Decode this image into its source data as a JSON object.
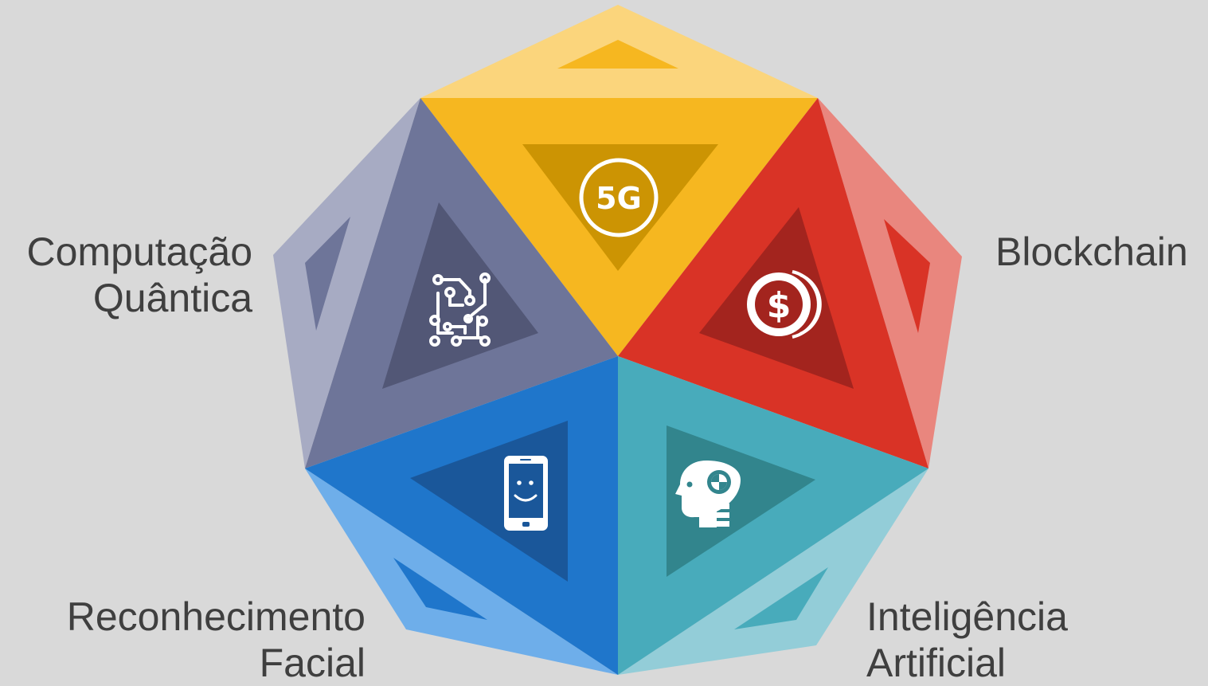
{
  "labels": {
    "quantum": {
      "line1": "Computação",
      "line2": "Quântica"
    },
    "blockchain": {
      "line1": "Blockchain"
    },
    "facial": {
      "line1": "Reconhecimento",
      "line2": "Facial"
    },
    "ai": {
      "line1": "Inteligência",
      "line2": "Artificial"
    }
  },
  "icons": {
    "fiveg": {
      "name": "5g-icon",
      "text": "5G"
    },
    "circuit": {
      "name": "circuit-board-icon"
    },
    "coin": {
      "name": "dollar-coin-icon",
      "text": "$"
    },
    "phone": {
      "name": "smartphone-face-icon"
    },
    "ai_head": {
      "name": "ai-head-icon"
    }
  },
  "colors": {
    "background": "#d9d9d9",
    "text": "#3f3f3f",
    "yellow": "#f6b720",
    "yellow_light": "#fbd57c",
    "yellow_dark": "#cc9403",
    "red": "#d93326",
    "red_light": "#e9867e",
    "red_dark": "#a3241e",
    "slate": "#6e7599",
    "slate_light": "#a7abc3",
    "slate_dark": "#525776",
    "blue": "#1f76cb",
    "blue_light": "#6eaeea",
    "blue_dark": "#1a579a",
    "teal": "#48abbb",
    "teal_light": "#93cdd8",
    "teal_dark": "#32858d"
  }
}
